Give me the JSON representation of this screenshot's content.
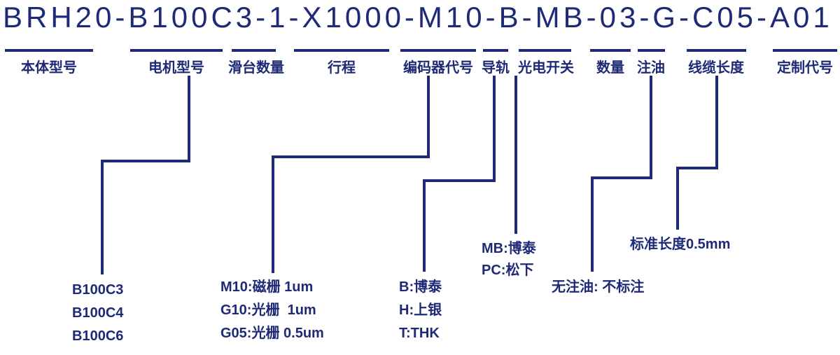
{
  "model_code": "BRH20-B100C3-1-X1000-M10-B-MB-03-G-C05-A01",
  "labels": {
    "body": "本体型号",
    "motor": "电机型号",
    "slider_count": "滑台数量",
    "stroke": "行程",
    "encoder": "编码器代号",
    "rail": "导轨",
    "photo_switch": "光电开关",
    "quantity": "数量",
    "lubrication": "注油",
    "cable_length": "线缆长度",
    "custom_code": "定制代号"
  },
  "notes": {
    "motor": [
      "B100C3",
      "B100C4",
      "B100C6"
    ],
    "encoder": [
      "M10:磁栅 1um",
      "G10:光栅  1um",
      "G05:光栅 0.5um"
    ],
    "rail": [
      "B:博泰",
      "H:上银",
      "T:THK"
    ],
    "photo_switch": [
      "MB:博泰",
      "PC:松下"
    ],
    "lubrication": "无注油: 不标注",
    "cable_length": "标准长度0.5mm"
  },
  "colors": {
    "ink": "#1f2a76"
  }
}
